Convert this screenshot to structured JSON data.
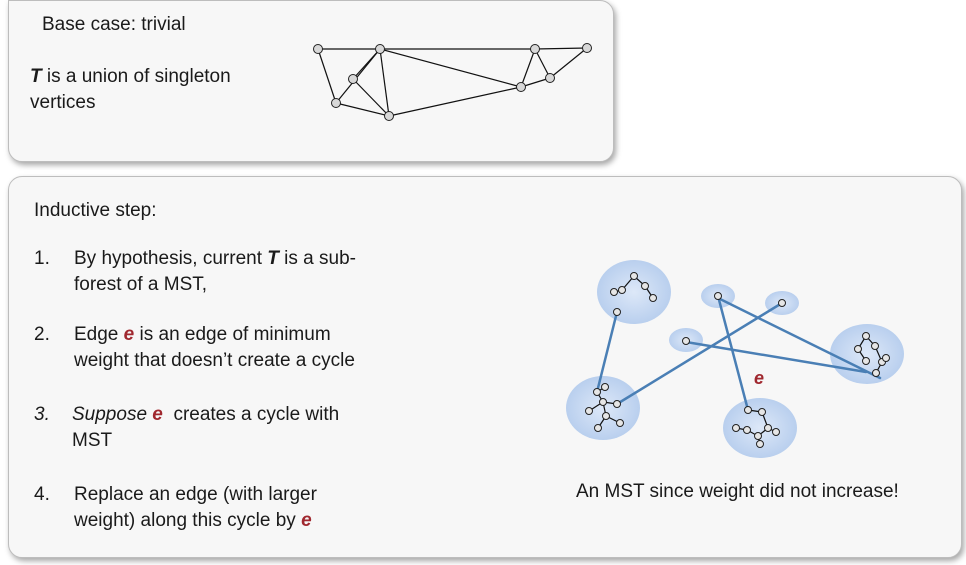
{
  "base": {
    "title": "Base case: trivial",
    "t_var": "T",
    "t_line_rest": " is a union of singleton",
    "t_line2": "vertices"
  },
  "inductive": {
    "title": "Inductive step:",
    "items": [
      {
        "num": "1.",
        "a": "By hypothesis, current ",
        "var": "T",
        "b": " is a sub-",
        "line2": "forest of a MST,"
      },
      {
        "num": "2.",
        "a": "Edge ",
        "var": "e",
        "b": " is an edge of minimum",
        "line2": "weight that doesn’t create a cycle"
      },
      {
        "num": "3.",
        "a": "Suppose",
        "var": "e",
        "b": "creates a cycle with",
        "line2": "MST"
      },
      {
        "num": "4.",
        "a": "Replace an edge (with larger",
        "line2a": "weight) along this cycle by ",
        "var": "e"
      }
    ],
    "edge_label": "e",
    "caption": "An MST since weight did not increase!"
  },
  "colors": {
    "edge_highlight": "#a0282f",
    "blue_edge": "#4a7fb5",
    "blob": "#c9daf2"
  }
}
